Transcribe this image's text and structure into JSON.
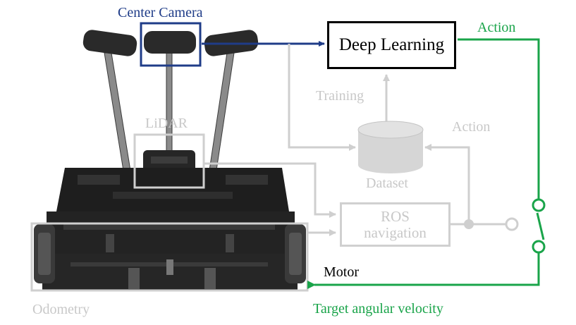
{
  "labels": {
    "center_camera": "Center Camera",
    "deep_learning": "Deep Learning",
    "action_top": "Action",
    "training": "Training",
    "action_mid": "Action",
    "lidar": "LiDAR",
    "dataset": "Dataset",
    "ros_line1": "ROS",
    "ros_line2": "navigation",
    "motor": "Motor",
    "odometry": "Odometry",
    "target_angular_velocity": "Target angular velocity"
  },
  "colors": {
    "camera_blue": "#1f3c88",
    "inactive_grey": "#cfcfcf",
    "active_green": "#1aa44a",
    "robot_dark": "#1e1e1e"
  }
}
